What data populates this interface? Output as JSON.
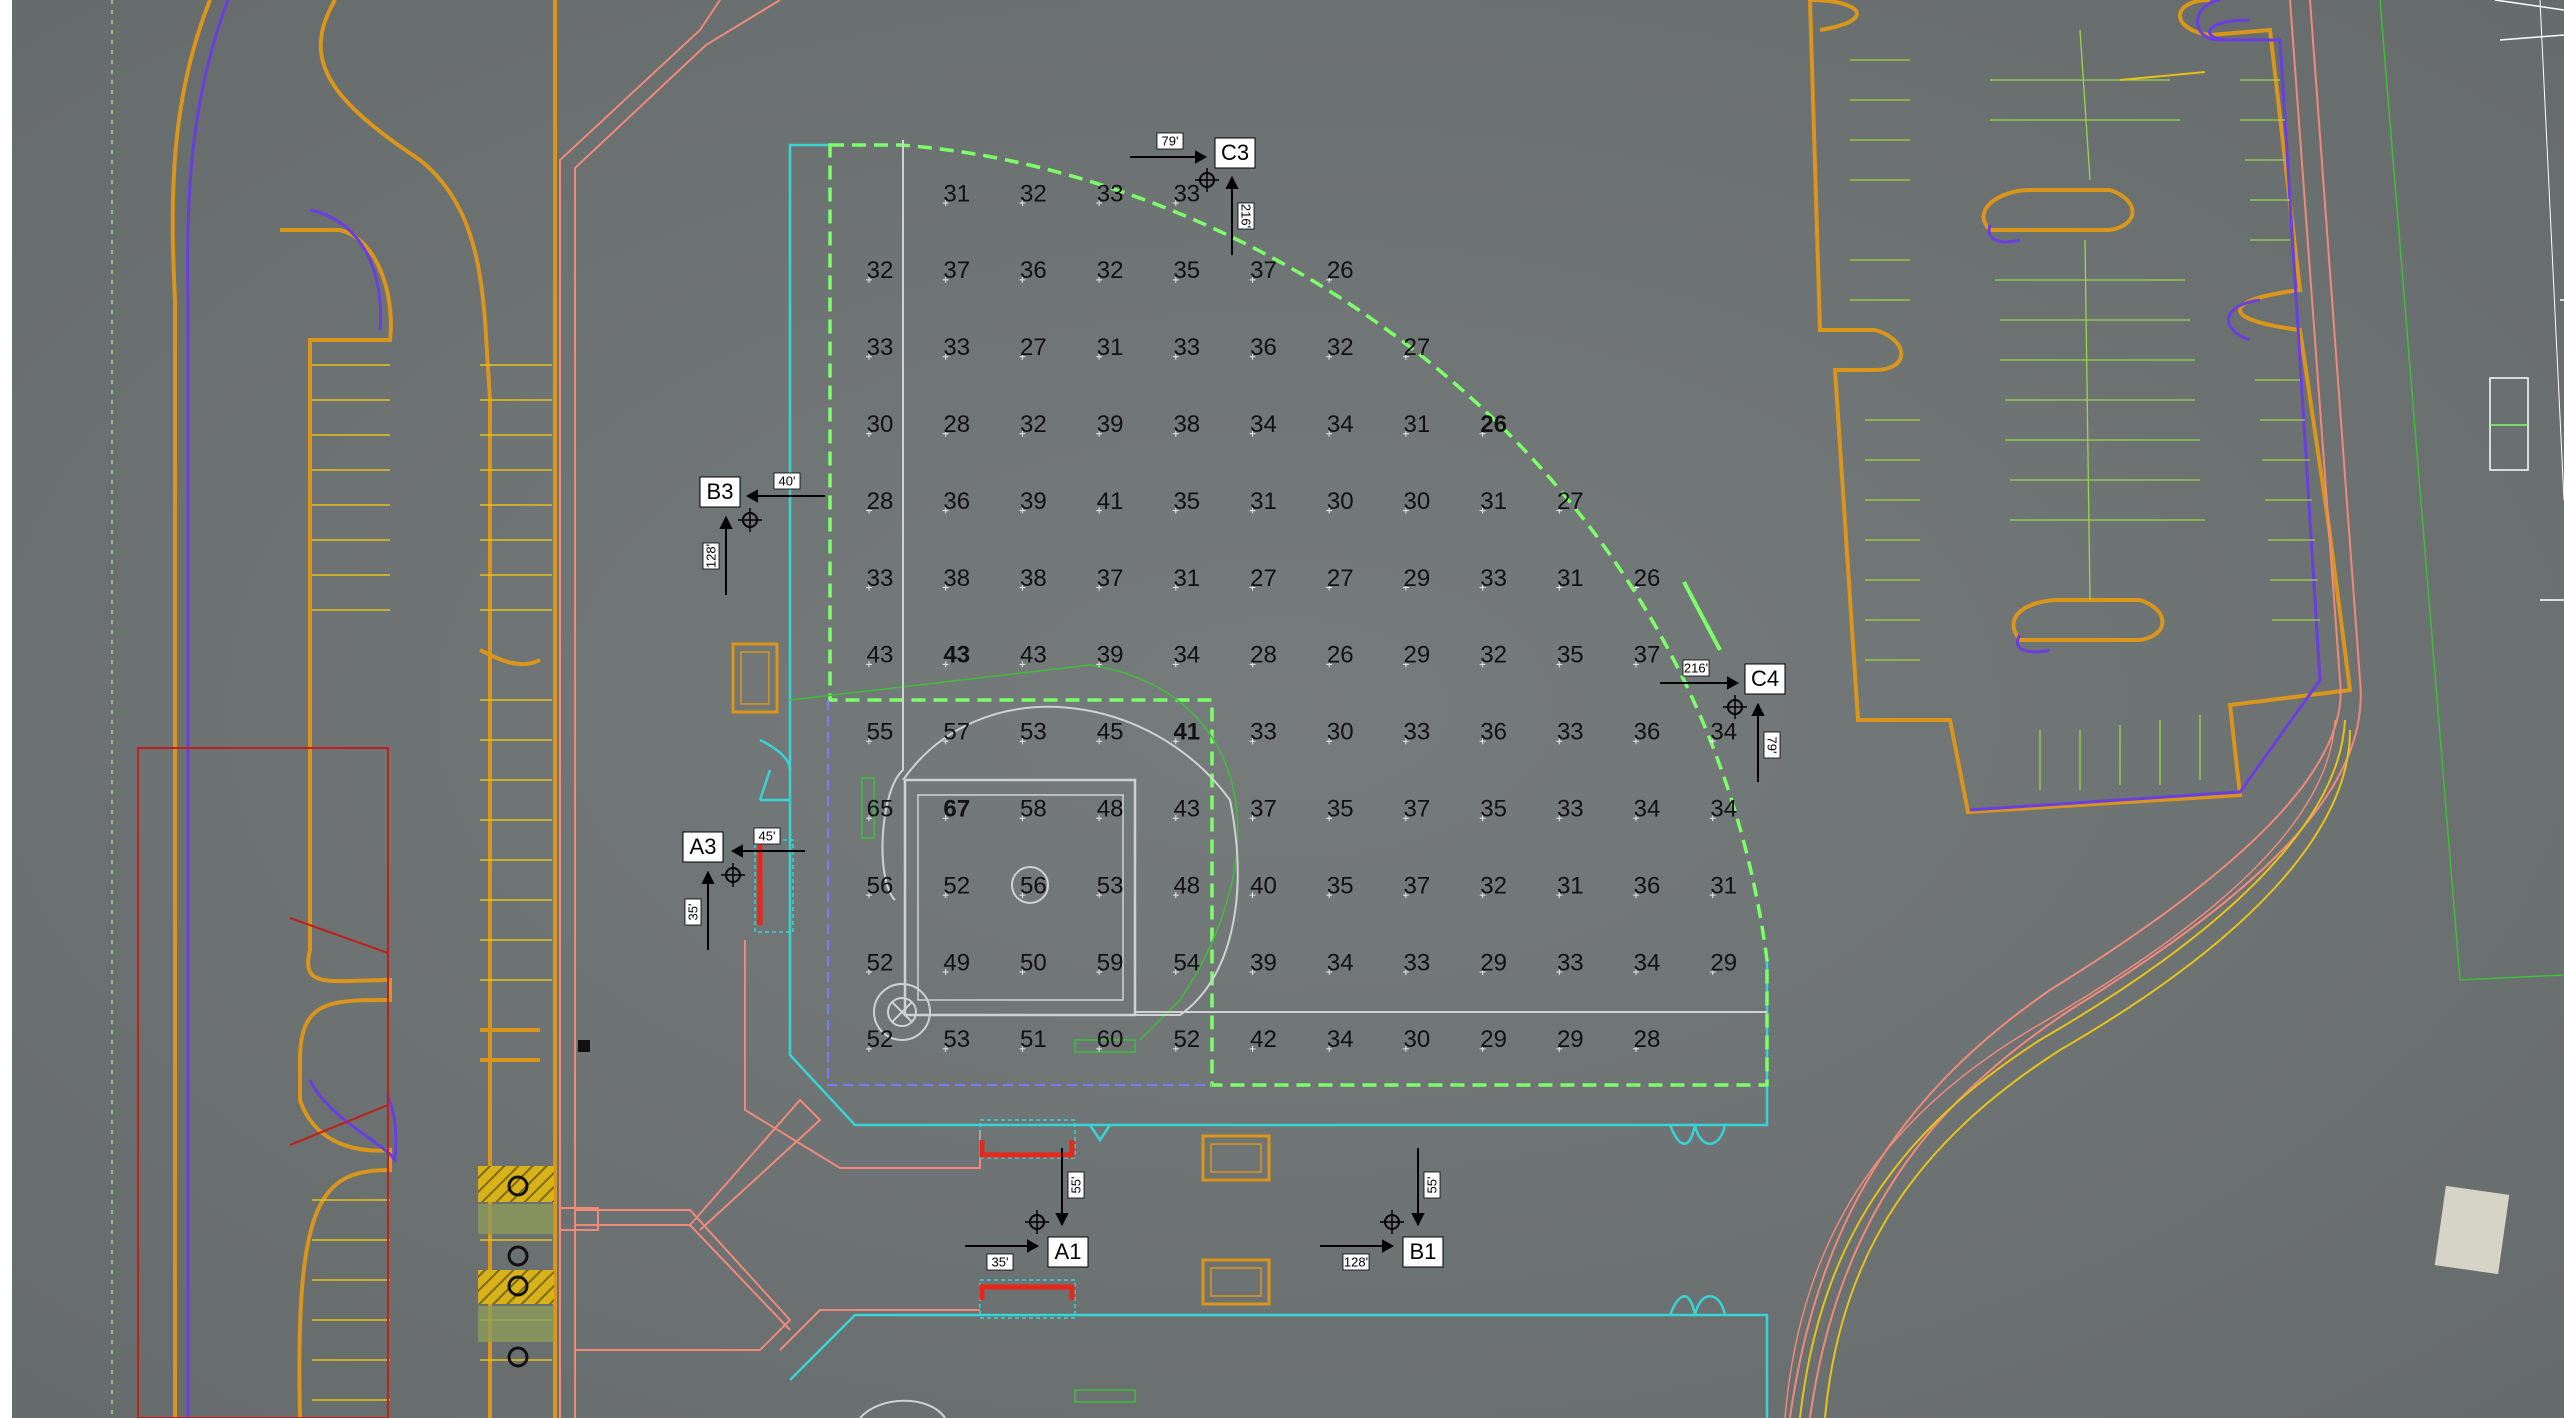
{
  "grid": {
    "rows": [
      [
        "",
        "31",
        "32",
        "33",
        "33",
        "",
        "",
        "",
        "",
        "",
        "",
        ""
      ],
      [
        "32",
        "37",
        "36",
        "32",
        "35",
        "37",
        "26",
        "",
        "",
        "",
        "",
        ""
      ],
      [
        "33",
        "33",
        "27",
        "31",
        "33",
        "36",
        "32",
        "27",
        "",
        "",
        "",
        ""
      ],
      [
        "30",
        "28",
        "32",
        "39",
        "38",
        "34",
        "34",
        "31",
        "26",
        "",
        "",
        ""
      ],
      [
        "28",
        "36",
        "39",
        "41",
        "35",
        "31",
        "30",
        "30",
        "31",
        "27",
        "",
        ""
      ],
      [
        "33",
        "38",
        "38",
        "37",
        "31",
        "27",
        "27",
        "29",
        "33",
        "31",
        "26",
        ""
      ],
      [
        "43",
        "43",
        "43",
        "39",
        "34",
        "28",
        "26",
        "29",
        "32",
        "35",
        "37",
        ""
      ],
      [
        "55",
        "57",
        "53",
        "45",
        "41",
        "33",
        "30",
        "33",
        "36",
        "33",
        "36",
        "34"
      ],
      [
        "65",
        "67",
        "58",
        "48",
        "43",
        "37",
        "35",
        "37",
        "35",
        "33",
        "34",
        "34"
      ],
      [
        "56",
        "52",
        "56",
        "53",
        "48",
        "40",
        "35",
        "37",
        "32",
        "31",
        "36",
        "31"
      ],
      [
        "52",
        "49",
        "50",
        "59",
        "54",
        "39",
        "34",
        "33",
        "29",
        "33",
        "34",
        "29"
      ],
      [
        "52",
        "53",
        "51",
        "60",
        "52",
        "42",
        "34",
        "30",
        "29",
        "29",
        "28",
        ""
      ]
    ],
    "highlights": {
      "max": {
        "row": 8,
        "col": 1,
        "color": "#2cf22c"
      },
      "high": {
        "row": 6,
        "col": 1,
        "color": "#2cf22c"
      },
      "min": {
        "row": 3,
        "col": 8,
        "color": "#ff1a1a"
      },
      "low": {
        "row": 7,
        "col": 4,
        "color": "#ff1a1a"
      }
    }
  },
  "poles": [
    {
      "id": "C3",
      "dims": [
        "79'",
        "216'"
      ]
    },
    {
      "id": "B3",
      "dims": [
        "40'",
        "128'"
      ]
    },
    {
      "id": "C4",
      "dims": [
        "216'",
        "79'"
      ]
    },
    {
      "id": "A3",
      "dims": [
        "45'",
        "35'"
      ]
    },
    {
      "id": "A1",
      "dims": [
        "35'",
        "55'"
      ]
    },
    {
      "id": "B1",
      "dims": [
        "128'",
        "55'"
      ]
    }
  ],
  "colors": {
    "aerial_base": "#6e7373",
    "field_boundary": "#7dff6a",
    "fence": "#39d3d6",
    "curb": "#d9961a",
    "property_line": "#ef8a7a",
    "infield_guard": "#7b7bff",
    "parking_stripe": "#e6c21a",
    "ada_hatch": "#d8b21a"
  },
  "icons": [
    "pole-marker-icon",
    "accessible-parking-icon",
    "ballfield-diamond-icon",
    "dugout-icon"
  ]
}
